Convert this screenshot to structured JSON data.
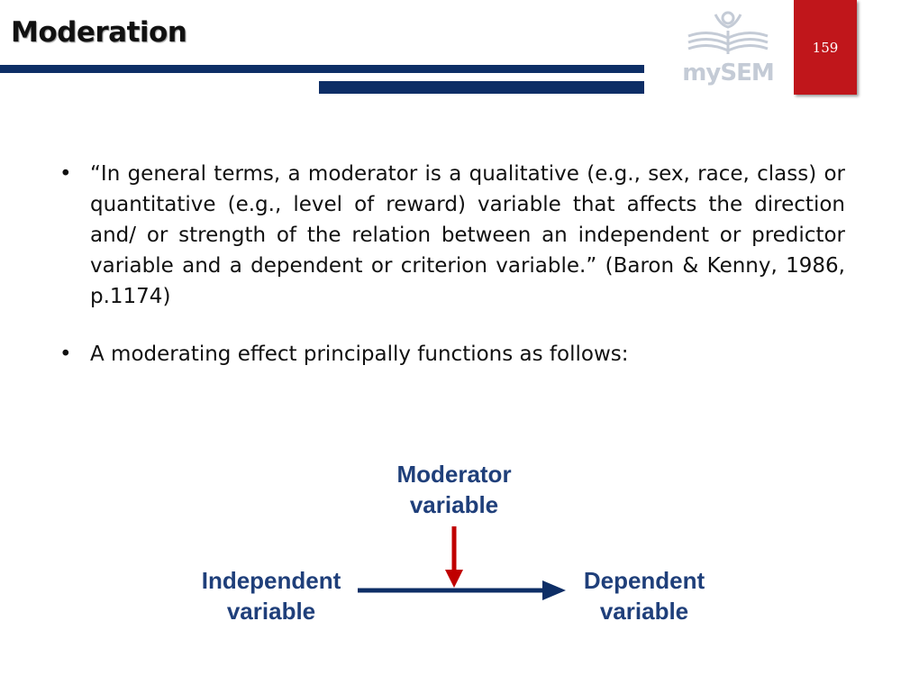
{
  "slide": {
    "title": "Moderation",
    "page_number": "159"
  },
  "logo": {
    "text": "mySEM",
    "icon": "book-person-icon"
  },
  "bullets": [
    "“In general terms, a moderator is a qualitative (e.g., sex, race, class) or quantitative (e.g., level of reward) variable that affects the direction and/ or strength of the relation between an independent or predictor variable and a dependent or criterion variable.” (Baron & Kenny, 1986, p.1174)",
    "A moderating effect principally functions as follows:"
  ],
  "diagram": {
    "moderator": {
      "line1": "Moderator",
      "line2": "variable"
    },
    "independent": {
      "line1": "Independent",
      "line2": "variable"
    },
    "dependent": {
      "line1": "Dependent",
      "line2": "variable"
    }
  },
  "colors": {
    "accent_red": "#c0161b",
    "navy": "#0d2e66",
    "label_blue": "#1f3f7a",
    "arrow_red": "#c00000"
  }
}
